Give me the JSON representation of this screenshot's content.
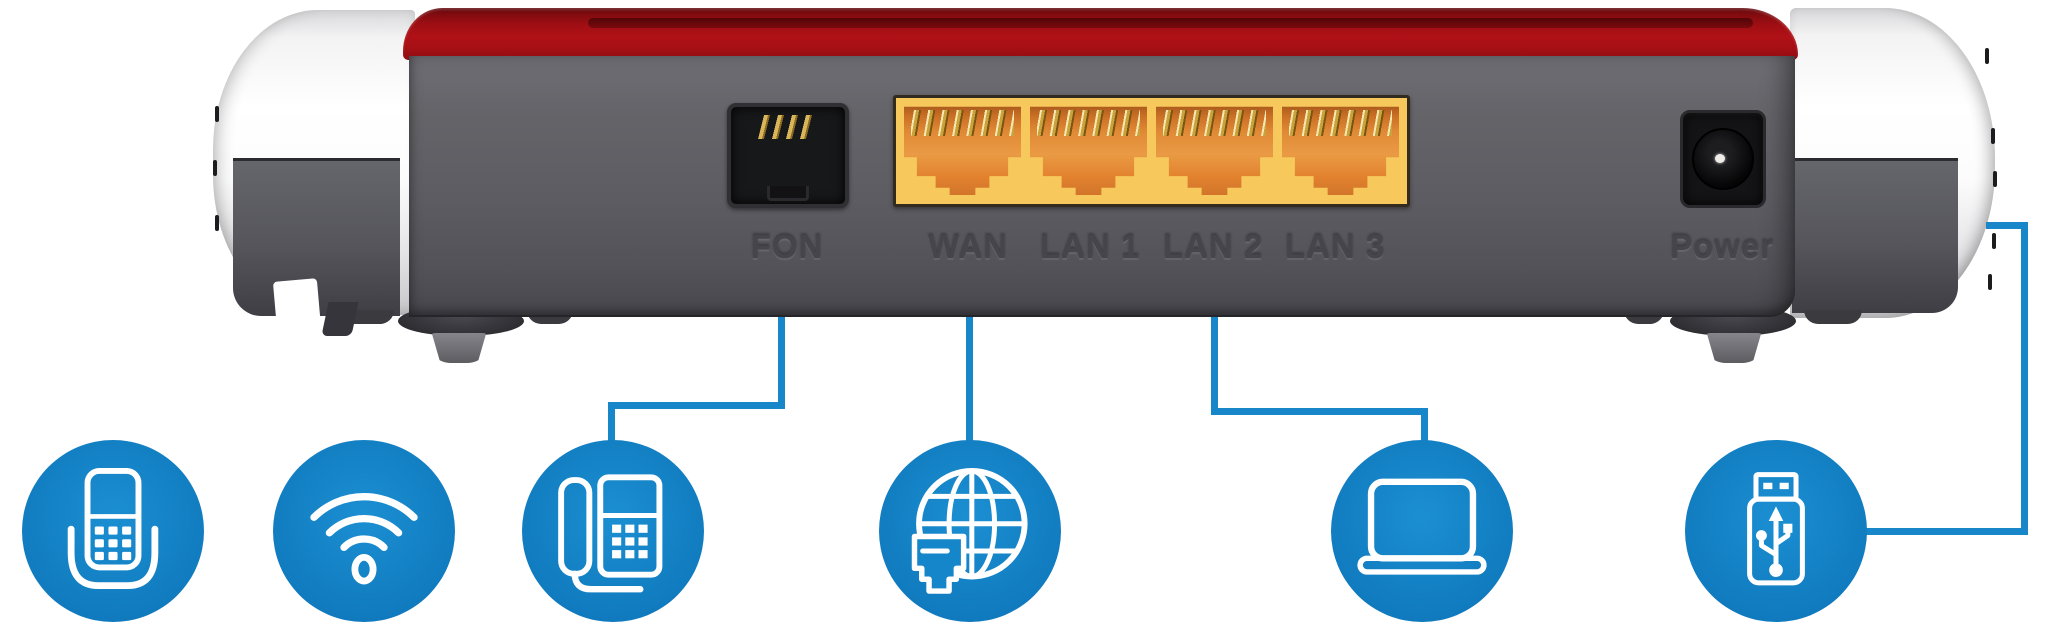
{
  "device": {
    "name": "Router rear panel",
    "ports": [
      {
        "id": "fon",
        "label": "FON",
        "type": "rj11-phone-port"
      },
      {
        "id": "wan",
        "label": "WAN",
        "type": "rj45-ethernet-port"
      },
      {
        "id": "lan1",
        "label": "LAN 1",
        "type": "rj45-ethernet-port"
      },
      {
        "id": "lan2",
        "label": "LAN 2",
        "type": "rj45-ethernet-port"
      },
      {
        "id": "lan3",
        "label": "LAN 3",
        "type": "rj45-ethernet-port"
      },
      {
        "id": "power",
        "label": "Power",
        "type": "dc-barrel-jack"
      }
    ]
  },
  "callouts": [
    {
      "icon": "cordless-phone-icon"
    },
    {
      "icon": "wifi-icon"
    },
    {
      "icon": "desk-phone-icon"
    },
    {
      "icon": "internet-globe-icon"
    },
    {
      "icon": "laptop-icon"
    },
    {
      "icon": "usb-stick-icon"
    }
  ],
  "connections": [
    {
      "from": "FON",
      "to": "desk-phone-icon"
    },
    {
      "from": "WAN",
      "to": "internet-globe-icon"
    },
    {
      "from": "LAN 2",
      "to": "laptop-icon"
    },
    {
      "from": "side-usb",
      "to": "usb-stick-icon"
    }
  ],
  "colors": {
    "accent_blue": "#1787ca",
    "brand_red": "#a50f14",
    "port_yellow": "#f7c95c",
    "port_orange": "#e2822f",
    "body_gray": "#5c5c62",
    "background": "#ffffff"
  }
}
